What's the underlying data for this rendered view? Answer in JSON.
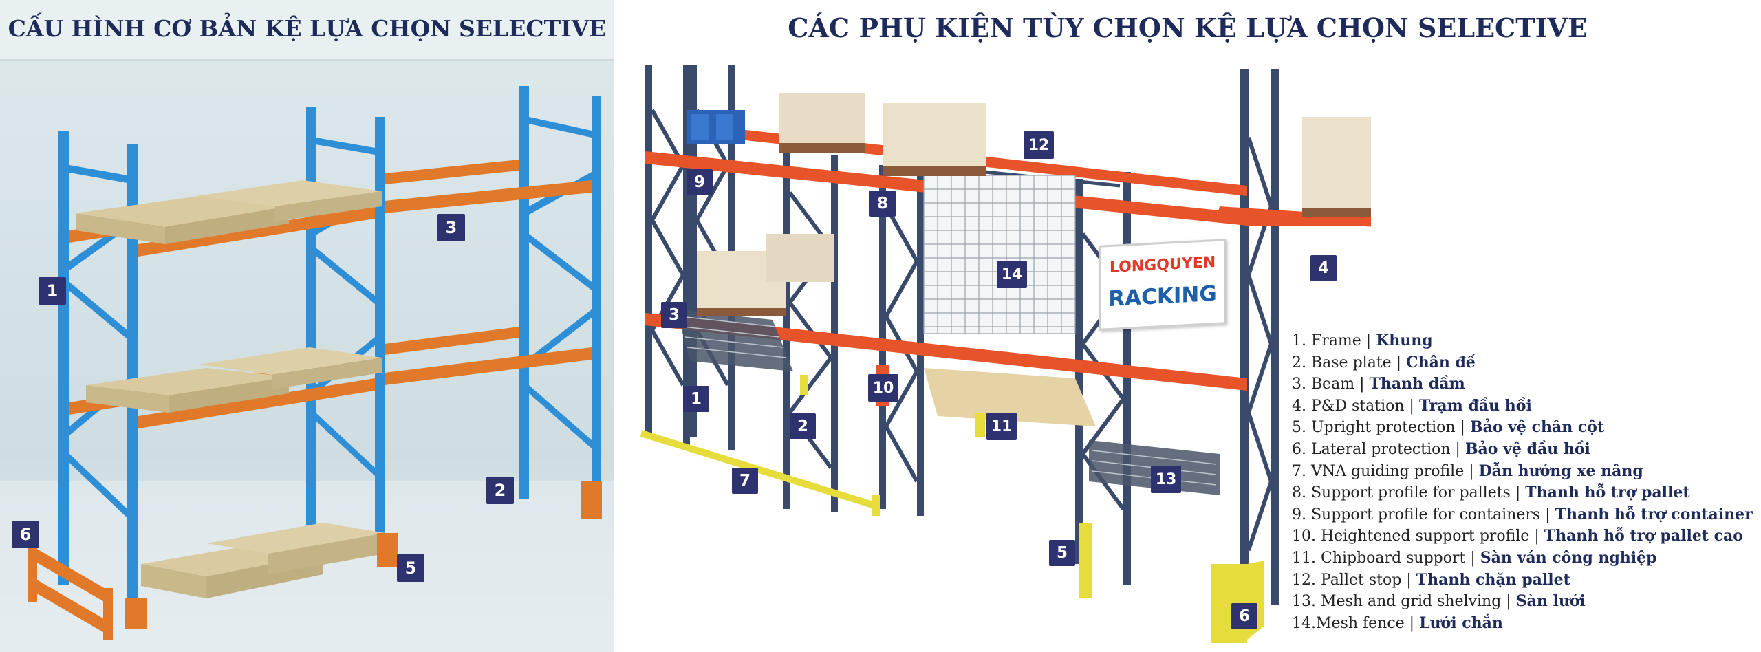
{
  "left_panel": {
    "title": "CẤU HÌNH CƠ BẢN KỆ LỰA CHỌN SELECTIVE",
    "callouts": [
      "1",
      "2",
      "3",
      "5",
      "6"
    ]
  },
  "right_panel": {
    "title": "CÁC PHỤ KIỆN TÙY CHỌN KỆ LỰA CHỌN SELECTIVE",
    "callouts": [
      "1",
      "2",
      "3",
      "4",
      "5",
      "6",
      "7",
      "8",
      "9",
      "10",
      "11",
      "12",
      "13",
      "14"
    ],
    "logo": {
      "line1": "LONGQUYEN",
      "line2": "RACKING"
    }
  },
  "legend": [
    {
      "en": "1. Frame | ",
      "vi": "Khung"
    },
    {
      "en": "2. Base plate | ",
      "vi": "Chân đế"
    },
    {
      "en": "3. Beam | ",
      "vi": "Thanh dầm"
    },
    {
      "en": "4. P&D station | ",
      "vi": "Trạm đầu hồi"
    },
    {
      "en": "5. Upright protection | ",
      "vi": "Bảo vệ chân cột"
    },
    {
      "en": "6. Lateral protection | ",
      "vi": "Bảo vệ đầu hồi"
    },
    {
      "en": "7. VNA guiding profile | ",
      "vi": "Dẫn hướng xe nâng"
    },
    {
      "en": "8. Support profile for pallets | ",
      "vi": "Thanh hỗ trợ pallet"
    },
    {
      "en": "9. Support profile for containers | ",
      "vi": "Thanh hỗ trợ container"
    },
    {
      "en": "10. Heightened support profile | ",
      "vi": "Thanh hỗ trợ pallet cao"
    },
    {
      "en": "11. Chipboard support | ",
      "vi": "Sàn ván công nghiệp"
    },
    {
      "en": "12. Pallet stop | ",
      "vi": "Thanh chặn pallet"
    },
    {
      "en": "13. Mesh and grid shelving | ",
      "vi": "Sàn lưới"
    },
    {
      "en": "14.Mesh fence | ",
      "vi": "Lưới chắn"
    }
  ],
  "colors": {
    "title_navy": "#1e2a5a",
    "badge_navy": "#2e3370",
    "upright_blue": "#2f8fd6",
    "beam_orange": "#e07a2a",
    "beam_red": "#e8542a",
    "upright_dark": "#3a4a6a",
    "protector_yellow": "#e6dc3c"
  }
}
